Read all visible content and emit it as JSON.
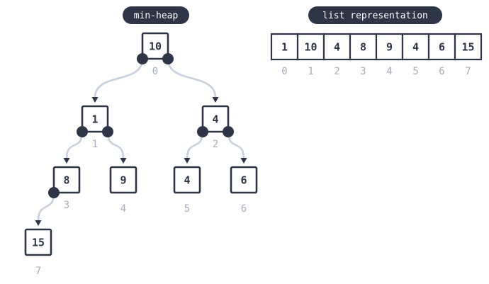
{
  "heap_title": "min-heap",
  "list_title": "list representation",
  "nodes": [
    {
      "index": 0,
      "value": "10",
      "index_label": "0"
    },
    {
      "index": 1,
      "value": "1",
      "index_label": "1"
    },
    {
      "index": 2,
      "value": "4",
      "index_label": "2"
    },
    {
      "index": 3,
      "value": "8",
      "index_label": "3"
    },
    {
      "index": 4,
      "value": "9",
      "index_label": "4"
    },
    {
      "index": 5,
      "value": "4",
      "index_label": "5"
    },
    {
      "index": 6,
      "value": "6",
      "index_label": "6"
    },
    {
      "index": 7,
      "value": "15",
      "index_label": "7"
    }
  ],
  "edges": [
    {
      "from": 0,
      "to": 1
    },
    {
      "from": 0,
      "to": 2
    },
    {
      "from": 1,
      "to": 3
    },
    {
      "from": 1,
      "to": 4
    },
    {
      "from": 2,
      "to": 5
    },
    {
      "from": 2,
      "to": 6
    },
    {
      "from": 3,
      "to": 7
    }
  ],
  "list": {
    "values": [
      "1",
      "10",
      "4",
      "8",
      "9",
      "4",
      "6",
      "15"
    ],
    "indices": [
      "0",
      "1",
      "2",
      "3",
      "4",
      "5",
      "6",
      "7"
    ]
  },
  "colors": {
    "dark": "#2d3547",
    "edge": "#c8d0de",
    "index": "#a6adbe"
  }
}
